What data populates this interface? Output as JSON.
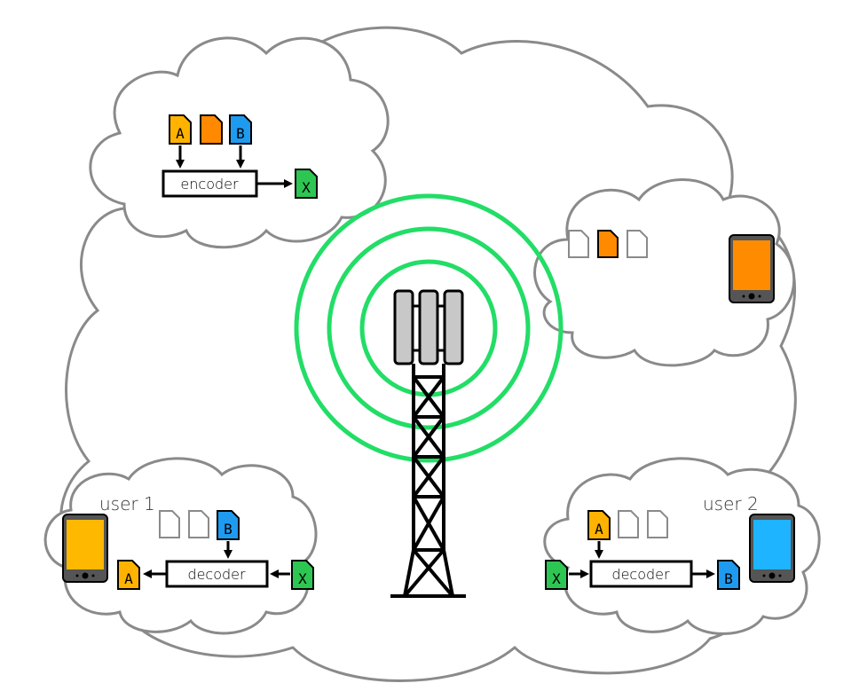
{
  "encoder": {
    "label": "encoder",
    "inputs": [
      "A",
      "",
      "B"
    ],
    "output": "X"
  },
  "user1": {
    "label": "user 1",
    "decoder_label": "decoder",
    "cached_letter": "B",
    "input_letter": "X",
    "output_letter": "A"
  },
  "user2": {
    "label": "user 2",
    "decoder_label": "decoder",
    "cached_letter": "A",
    "input_letter": "X",
    "output_letter": "B"
  },
  "colors": {
    "file_a": "#FFB300",
    "file_orange": "#FF8A00",
    "file_b": "#1E9BF0",
    "file_x": "#2DC653",
    "signal": "#22DD66",
    "cloud_stroke": "#8a8a8a",
    "phone_user1": "#FFB800",
    "phone_user2": "#1EB4FF",
    "phone_right": "#FF8C00",
    "panel": "#c8c8c8"
  }
}
